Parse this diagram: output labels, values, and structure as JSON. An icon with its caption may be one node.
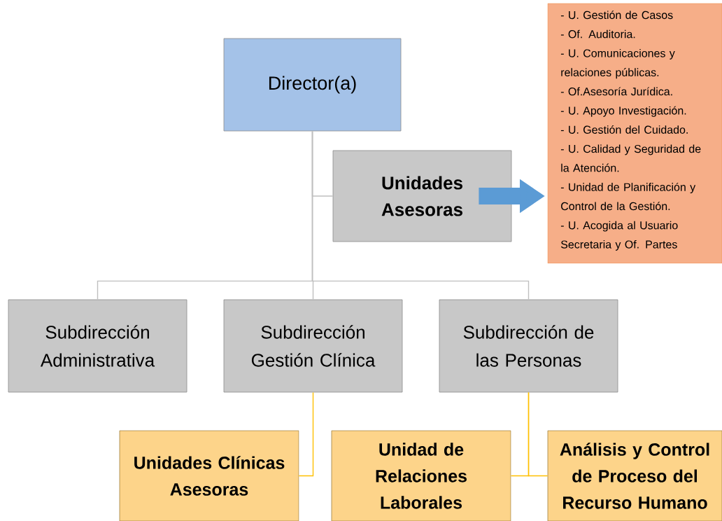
{
  "diagram": {
    "nodes": [
      {
        "text": [
          "Director(a)"
        ]
      },
      {
        "text": [
          "Unidades Asesoras"
        ]
      },
      {
        "text": [
          "- U. Gestión de Casos",
          "- Of. Auditoria.",
          "- U. Comunicaciones y relaciones públicas.",
          "- Of.Asesoría Jurídica.",
          "- U. Apoyo Investigación.",
          "- U. Gestión del Cuidado.",
          "- U. Calidad y Seguridad de la Atención.",
          "- Unidad de Planificación y Control de la Gestión.",
          "- U. Acogida al Usuario",
          "Secretaria y Of. Partes"
        ]
      },
      {
        "text": [
          "Subdirección Administrativa"
        ]
      },
      {
        "text": [
          "Subdirección Gestión Clínica"
        ]
      },
      {
        "text": [
          "Subdirección de las Personas"
        ]
      },
      {
        "text": [
          "Unidades Clínicas Asesoras"
        ]
      },
      {
        "text": [
          "Unidad de Relaciones Laborales"
        ]
      },
      {
        "text": [
          "Análisis y Control de Proceso del Recurso Humano"
        ]
      }
    ],
    "edges": [
      {
        "from": 0,
        "to": 1,
        "arrow": "none"
      },
      {
        "from": 1,
        "to": 2,
        "arrow": "to",
        "style": "thick",
        "color": "#5b9bd5"
      },
      {
        "from": 0,
        "to": 3,
        "arrow": "none"
      },
      {
        "from": 0,
        "to": 4,
        "arrow": "none"
      },
      {
        "from": 0,
        "to": 5,
        "arrow": "none"
      },
      {
        "from": 4,
        "to": 6,
        "arrow": "none",
        "color": "#ffc000"
      },
      {
        "from": 5,
        "to": 7,
        "arrow": "none",
        "color": "#ffc000"
      },
      {
        "from": 5,
        "to": 8,
        "arrow": "none",
        "color": "#ffc000"
      }
    ]
  }
}
